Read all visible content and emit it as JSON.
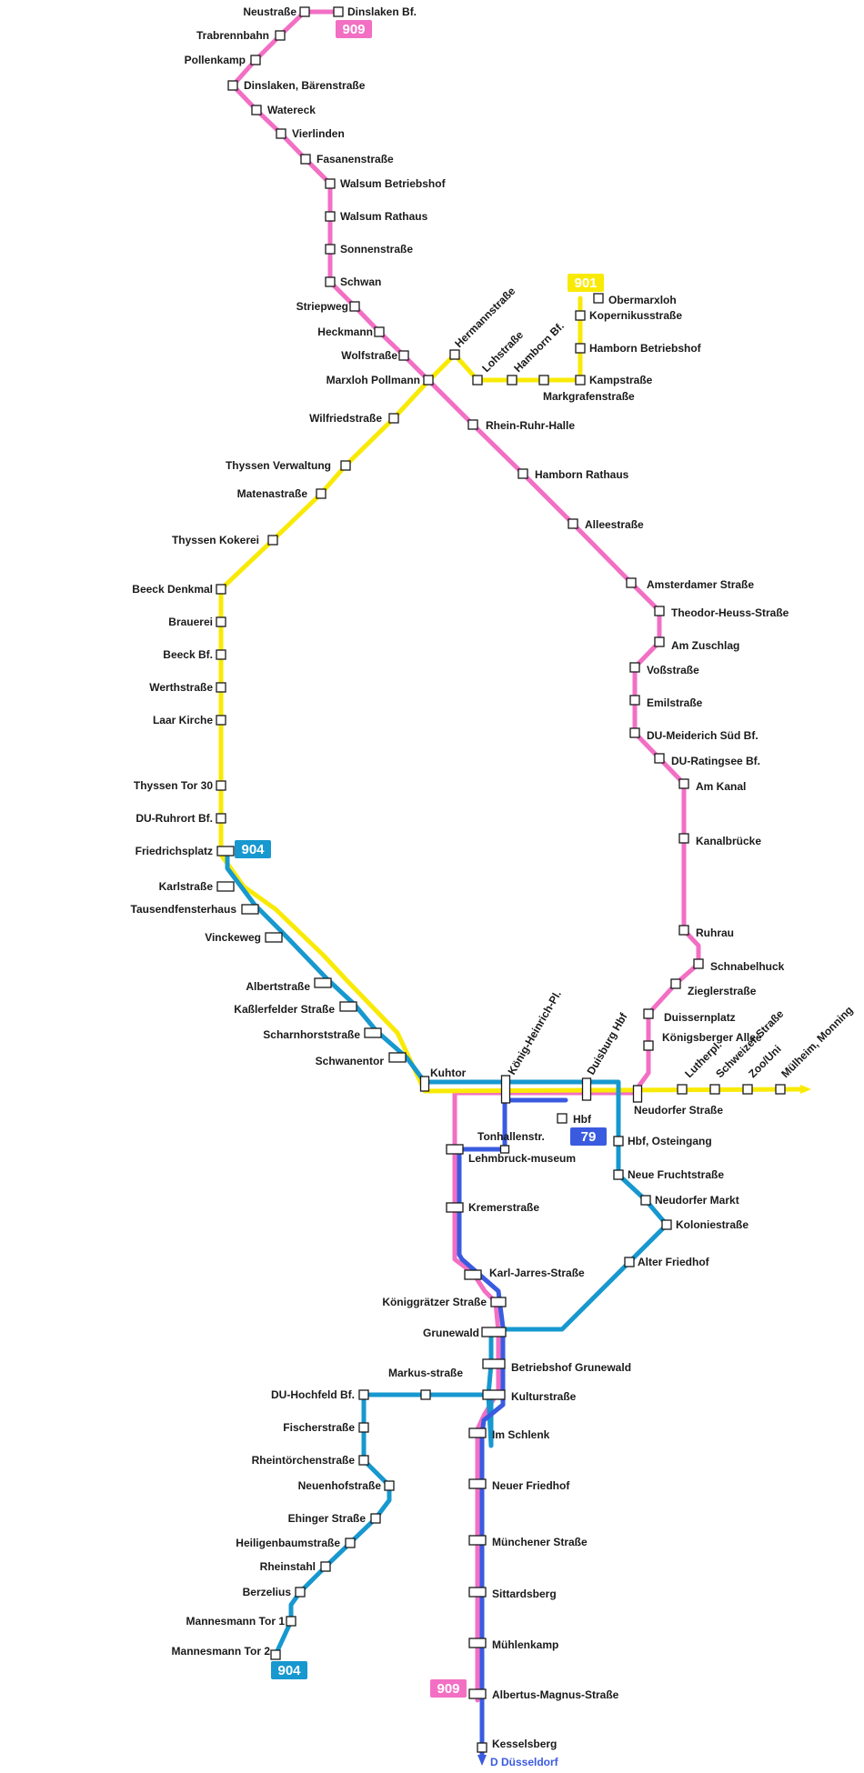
{
  "colors": {
    "line909": "#f26fc4",
    "line901": "#f9ea06",
    "line904": "#1798cf",
    "line79": "#3a5be0",
    "station_fill": "#ffffff",
    "station_stroke": "#1a1a1a"
  },
  "badges": {
    "b909_top": "909",
    "b901": "901",
    "b904_mid": "904",
    "b79": "79",
    "b904_bottom": "904",
    "b909_bottom": "909"
  },
  "destination": "D Düsseldorf",
  "stations": {
    "neustrasse": "Neustraße",
    "dinslaken_bf": "Dinslaken Bf.",
    "trabrennbahn": "Trabrennbahn",
    "pollenkamp": "Pollenkamp",
    "baerenstrasse": "Dinslaken, Bärenstraße",
    "watereck": "Watereck",
    "vierlinden": "Vierlinden",
    "fasanenstrasse": "Fasanenstraße",
    "walsum_bhf": "Walsum Betriebshof",
    "walsum_rathaus": "Walsum Rathaus",
    "sonnenstrasse": "Sonnenstraße",
    "schwan": "Schwan",
    "striepweg": "Striepweg",
    "heckmann": "Heckmann",
    "wolfstrasse": "Wolfstraße",
    "marxloh": "Marxloh Pollmann",
    "hermannstrasse": "Hermannstraße",
    "lohstrasse": "Lohstraße",
    "hamborn_bf": "Hamborn Bf.",
    "markgrafenstrasse": "Markgrafenstraße",
    "kampstrasse": "Kampstraße",
    "hamborn_bhf": "Hamborn Betriebshof",
    "kopernikus": "Kopernikusstraße",
    "obermarxloh": "Obermarxloh",
    "rhein_ruhr_halle": "Rhein-Ruhr-Halle",
    "hamborn_rathaus": "Hamborn Rathaus",
    "alleestrasse": "Alleestraße",
    "amsterdamer": "Amsterdamer Straße",
    "theodor_heuss": "Theodor-Heuss-Straße",
    "am_zuschlag": "Am Zuschlag",
    "vossstrasse": "Voßstraße",
    "emilstrasse": "Emilstraße",
    "meiderich_sued": "DU-Meiderich Süd Bf.",
    "ratingsee": "DU-Ratingsee Bf.",
    "am_kanal": "Am Kanal",
    "kanalbruecke": "Kanalbrücke",
    "ruhrau": "Ruhrau",
    "schnabelhuck": "Schnabelhuck",
    "zieglerstrasse": "Zieglerstraße",
    "duissernplatz": "Duissernplatz",
    "koenigsberger": "Königsberger Allee",
    "wilfriedstrasse": "Wilfriedstraße",
    "thyssen_verwaltung": "Thyssen Verwaltung",
    "matenastrasse": "Matenastraße",
    "thyssen_kokerei": "Thyssen Kokerei",
    "beeck_denkmal": "Beeck Denkmal",
    "brauerei": "Brauerei",
    "beeck_bf": "Beeck Bf.",
    "werthstrasse": "Werthstraße",
    "laar_kirche": "Laar Kirche",
    "thyssen_tor30": "Thyssen Tor 30",
    "ruhrort_bf": "DU-Ruhrort Bf.",
    "friedrichsplatz": "Friedrichsplatz",
    "karlstrasse": "Karlstraße",
    "tausendfensterhaus": "Tausendfensterhaus",
    "vinckeweg": "Vinckeweg",
    "albertstrasse": "Albertstraße",
    "kasslerfelder": "Kaßlerfelder Straße",
    "scharnhorst": "Scharnhorststraße",
    "schwanentor": "Schwanentor",
    "kuhtor": "Kuhtor",
    "koenig_heinrich": "König-Heinrich-Pl.",
    "duisburg_hbf": "Duisburg Hbf",
    "lutherpl": "Lutherpl.",
    "schweizer": "Schweizer Straße",
    "zoo_uni": "Zoo/Uni",
    "muelheim": "Mülheim, Monning",
    "neudorfer_strasse": "Neudorfer Straße",
    "hbf_79": "Hbf",
    "tonhallenstr": "Tonhallenstr.",
    "lehmbruck": "Lehmbruck-museum",
    "hbf_osteingang": "Hbf, Osteingang",
    "neue_frucht": "Neue Fruchtstraße",
    "neudorfer_markt": "Neudorfer Markt",
    "koloniestrasse": "Koloniestraße",
    "alter_friedhof": "Alter Friedhof",
    "kremerstrasse": "Kremerstraße",
    "karl_jarres": "Karl-Jarres-Straße",
    "koeniggraetzer": "Königgrätzer Straße",
    "grunewald": "Grunewald",
    "bhf_grunewald": "Betriebshof Grunewald",
    "kulturstrasse": "Kulturstraße",
    "markusstrasse": "Markus-straße",
    "hochfeld_bf": "DU-Hochfeld Bf.",
    "fischerstrasse": "Fischerstraße",
    "rheintoerchen": "Rheintörchenstraße",
    "neuenhof": "Neuenhofstraße",
    "ehinger": "Ehinger Straße",
    "heiligenbaum": "Heiligenbaumstraße",
    "rheinstahl": "Rheinstahl",
    "berzelius": "Berzelius",
    "mannesmann1": "Mannesmann Tor 1",
    "mannesmann2": "Mannesmann Tor 2",
    "im_schlenk": "Im Schlenk",
    "neuer_friedhof": "Neuer Friedhof",
    "muenchener": "Münchener Straße",
    "sittardsberg": "Sittardsberg",
    "muehlenkamp": "Mühlenkamp",
    "albertus_magnus": "Albertus-Magnus-Straße",
    "kesselsberg": "Kesselsberg"
  }
}
